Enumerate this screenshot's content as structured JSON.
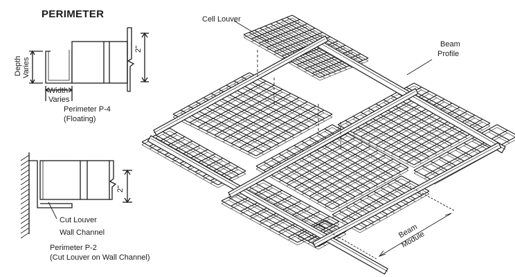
{
  "title": "PERIMETER",
  "p4": {
    "depth": "Depth",
    "depth_varies": "Varies",
    "width": "Width",
    "width_varies": "Varies",
    "dim": "2\"",
    "name": "Perimeter P-4",
    "sub": "(Floating)"
  },
  "p2": {
    "dim": "2\"",
    "cut_louver": "Cut Louver",
    "wall_channel": "Wall Channel",
    "name": "Perimeter P-2",
    "sub": "(Cut Louver on Wall Channel)"
  },
  "iso": {
    "cell_louver": "Cell Louver",
    "beam": "Beam",
    "profile": "Profile",
    "beam_module_1": "Beam",
    "beam_module_2": "Module"
  }
}
